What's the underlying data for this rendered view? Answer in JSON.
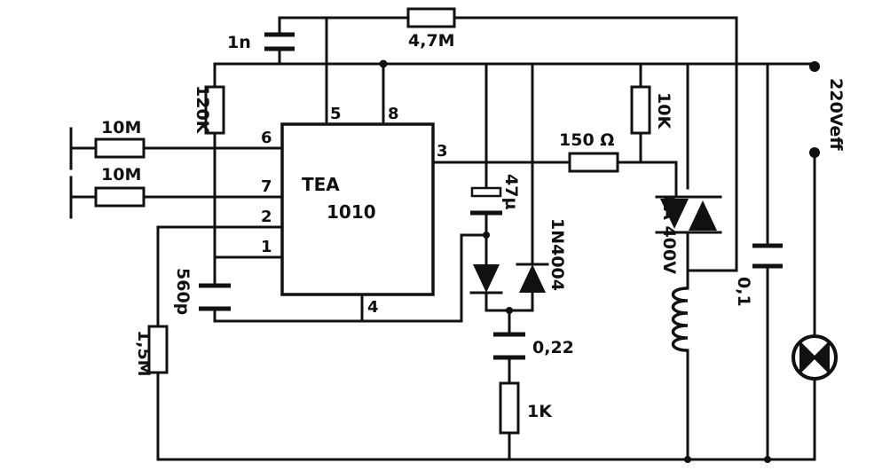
{
  "ic": {
    "name": "TEA",
    "number": "1010",
    "pins": {
      "p1": "1",
      "p2": "2",
      "p3": "3",
      "p4": "4",
      "p5": "5",
      "p6": "6",
      "p7": "7",
      "p8": "8"
    }
  },
  "components": {
    "c1n": "1n",
    "r47m": "4,7M",
    "r120k": "120K",
    "r10m_a": "10M",
    "r10m_b": "10M",
    "c560p": "560p",
    "r15m": "1,5M",
    "c47u": "47µ",
    "diode": "1N4004",
    "c022": "0,22",
    "r1k": "1K",
    "r150": "150 Ω",
    "r10k": "10K",
    "triac": "6A 400V",
    "c01": "0,1",
    "supply": "220Veff"
  }
}
